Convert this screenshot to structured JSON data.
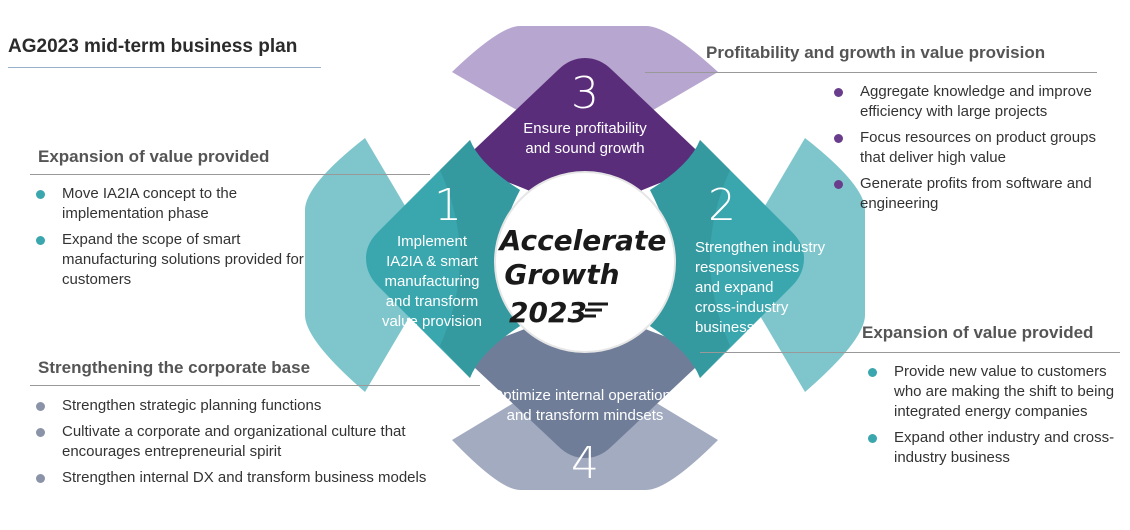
{
  "title": "AG2023 mid-term business plan",
  "center": {
    "line1": "Accelerate",
    "line2": "Growth",
    "line3": "2023"
  },
  "segments": {
    "s1": {
      "number": "1",
      "lines": [
        "Implement",
        "IA2IA & smart",
        "manufacturing",
        "and transform",
        "value provision"
      ]
    },
    "s2": {
      "number": "2",
      "lines": [
        "Strengthen industry",
        "responsiveness",
        "and expand",
        "cross-industry",
        "business"
      ]
    },
    "s3": {
      "number": "3",
      "lines": [
        "Ensure profitability",
        "and sound growth"
      ]
    },
    "s4": {
      "number": "4",
      "lines": [
        "Optimize internal operations",
        "and transform mindsets"
      ]
    }
  },
  "panels": {
    "top_right": {
      "heading": "Profitability and growth in value provision",
      "items": [
        "Aggregate knowledge and improve efficiency with large projects",
        "Focus resources on product groups that deliver high value",
        "Generate profits from software and engineering"
      ]
    },
    "left": {
      "heading": "Expansion of value provided",
      "items": [
        "Move IA2IA concept to the implementation phase",
        "Expand the scope of smart manufacturing solutions provided for customers"
      ]
    },
    "bottom_left": {
      "heading": "Strengthening the corporate base",
      "items": [
        "Strengthen strategic planning functions",
        "Cultivate a corporate and organizational culture that encourages entrepreneurial spirit",
        "Strengthen internal DX and transform business models"
      ]
    },
    "bottom_right": {
      "heading": "Expansion of value provided",
      "items": [
        "Provide new value to customers who are making the shift to being integrated energy companies",
        "Expand other industry and cross-industry business"
      ]
    }
  },
  "colors": {
    "purple_dark": "#5a2d7a",
    "purple_light": "#b7a6cf",
    "teal": "#3aa6ad",
    "teal_dark": "#2f8f96",
    "slate": "#6f7d98",
    "slate_light": "#a3abc1",
    "bullet_grey": "#8a93a8"
  }
}
